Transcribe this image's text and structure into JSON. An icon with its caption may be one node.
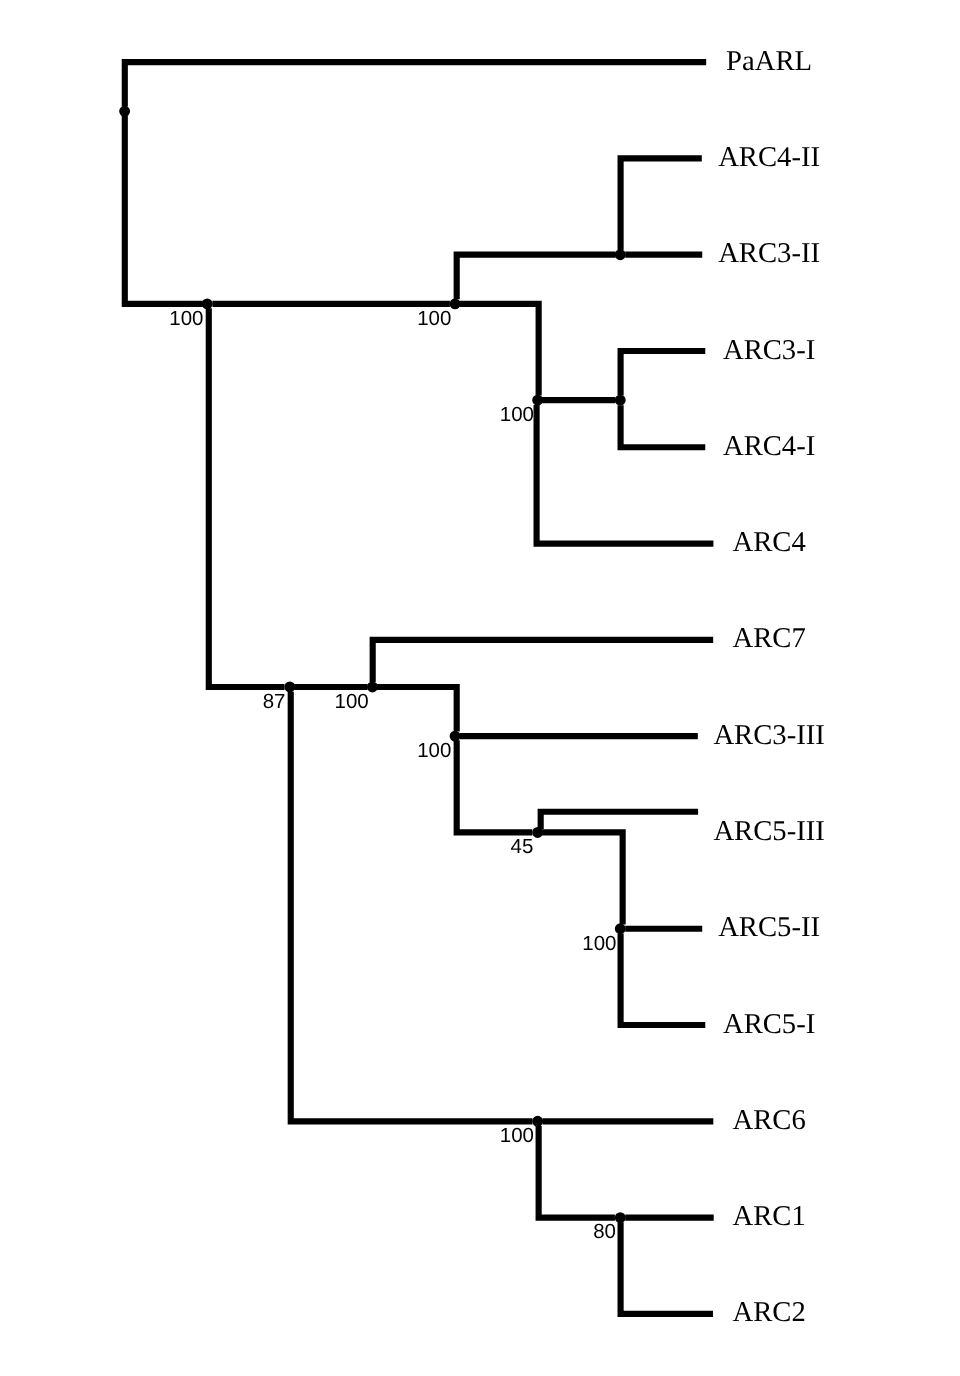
{
  "diagram": {
    "nodes": [
      {
        "text": [],
        "shape": "point"
      },
      {
        "text": [
          "PaARL"
        ]
      },
      {
        "text": [],
        "shape": "point",
        "beside": [
          "100"
        ]
      },
      {
        "text": [],
        "shape": "point",
        "beside": [
          "100"
        ]
      },
      {
        "text": [],
        "shape": "point"
      },
      {
        "text": [
          "ARC4-II"
        ]
      },
      {
        "text": [
          "ARC3-II"
        ]
      },
      {
        "text": [],
        "shape": "point",
        "beside": [
          "100"
        ]
      },
      {
        "text": [],
        "shape": "point"
      },
      {
        "text": [
          "ARC3-I"
        ]
      },
      {
        "text": [
          "ARC4-I"
        ]
      },
      {
        "text": [
          "ARC4"
        ]
      },
      {
        "text": [],
        "shape": "point",
        "beside": [
          "87"
        ]
      },
      {
        "text": [],
        "shape": "point",
        "beside": [
          "100"
        ]
      },
      {
        "text": [
          "ARC7"
        ]
      },
      {
        "text": [],
        "shape": "point",
        "beside": [
          "100"
        ]
      },
      {
        "text": [
          "ARC3-III"
        ]
      },
      {
        "text": [],
        "shape": "point",
        "beside": [
          "45"
        ]
      },
      {
        "text": [
          "ARC5-III"
        ]
      },
      {
        "text": [],
        "shape": "point",
        "beside": [
          "100"
        ]
      },
      {
        "text": [
          "ARC5-II"
        ]
      },
      {
        "text": [
          "ARC5-I"
        ]
      },
      {
        "text": [],
        "shape": "point",
        "beside": [
          "100"
        ]
      },
      {
        "text": [
          "ARC6"
        ]
      },
      {
        "text": [],
        "shape": "point",
        "beside": [
          "80"
        ]
      },
      {
        "text": [
          "ARC1"
        ]
      },
      {
        "text": [
          "ARC2"
        ]
      }
    ],
    "edges": [
      {
        "from": 0,
        "to": 1,
        "arrow": "none"
      },
      {
        "from": 0,
        "to": 2,
        "arrow": "none"
      },
      {
        "from": 2,
        "to": 3,
        "arrow": "none"
      },
      {
        "from": 3,
        "to": 4,
        "arrow": "none"
      },
      {
        "from": 4,
        "to": 5,
        "arrow": "none"
      },
      {
        "from": 4,
        "to": 6,
        "arrow": "none"
      },
      {
        "from": 3,
        "to": 7,
        "arrow": "none"
      },
      {
        "from": 7,
        "to": 8,
        "arrow": "none"
      },
      {
        "from": 8,
        "to": 9,
        "arrow": "none"
      },
      {
        "from": 8,
        "to": 10,
        "arrow": "none"
      },
      {
        "from": 7,
        "to": 11,
        "arrow": "none"
      },
      {
        "from": 2,
        "to": 12,
        "arrow": "none"
      },
      {
        "from": 12,
        "to": 13,
        "arrow": "none"
      },
      {
        "from": 13,
        "to": 14,
        "arrow": "none"
      },
      {
        "from": 13,
        "to": 15,
        "arrow": "none"
      },
      {
        "from": 15,
        "to": 16,
        "arrow": "none"
      },
      {
        "from": 15,
        "to": 17,
        "arrow": "none"
      },
      {
        "from": 17,
        "to": 18,
        "arrow": "none"
      },
      {
        "from": 17,
        "to": 19,
        "arrow": "none"
      },
      {
        "from": 19,
        "to": 20,
        "arrow": "none"
      },
      {
        "from": 19,
        "to": 21,
        "arrow": "none"
      },
      {
        "from": 12,
        "to": 22,
        "arrow": "none"
      },
      {
        "from": 22,
        "to": 23,
        "arrow": "none"
      },
      {
        "from": 22,
        "to": 24,
        "arrow": "none"
      },
      {
        "from": 24,
        "to": 25,
        "arrow": "none"
      },
      {
        "from": 24,
        "to": 26,
        "arrow": "none"
      }
    ]
  }
}
